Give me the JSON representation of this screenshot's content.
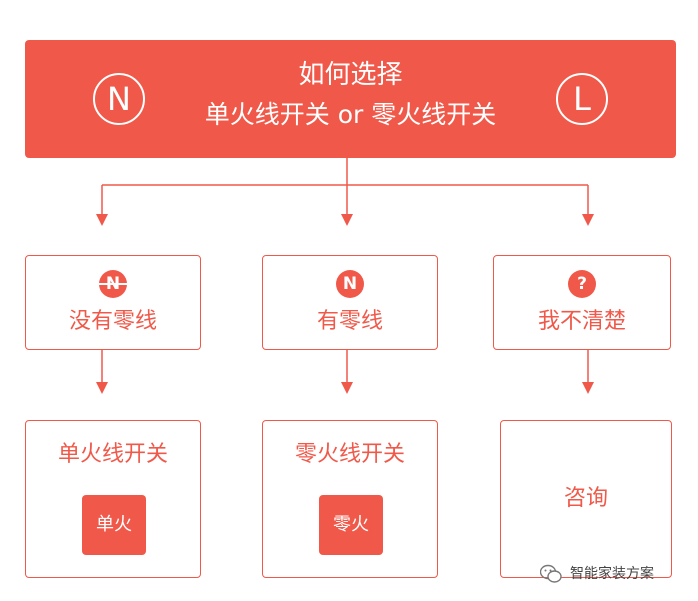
{
  "header": {
    "title": "如何选择",
    "subtitle": "单火线开关 or 零火线开关",
    "left_symbol": "N",
    "right_symbol": "L"
  },
  "options": [
    {
      "badge": "N",
      "badge_crossed": true,
      "label": "没有零线"
    },
    {
      "badge": "N",
      "badge_crossed": false,
      "label": "有零线"
    },
    {
      "badge": "?",
      "badge_crossed": false,
      "label": "我不清楚"
    }
  ],
  "results": [
    {
      "label": "单火线开关",
      "tag": "单火"
    },
    {
      "label": "零火线开关",
      "tag": "零火"
    },
    {
      "label": "咨询"
    }
  ],
  "watermark": {
    "text": "智能家装方案"
  },
  "colors": {
    "accent": "#f0594a",
    "background": "#ffffff"
  }
}
